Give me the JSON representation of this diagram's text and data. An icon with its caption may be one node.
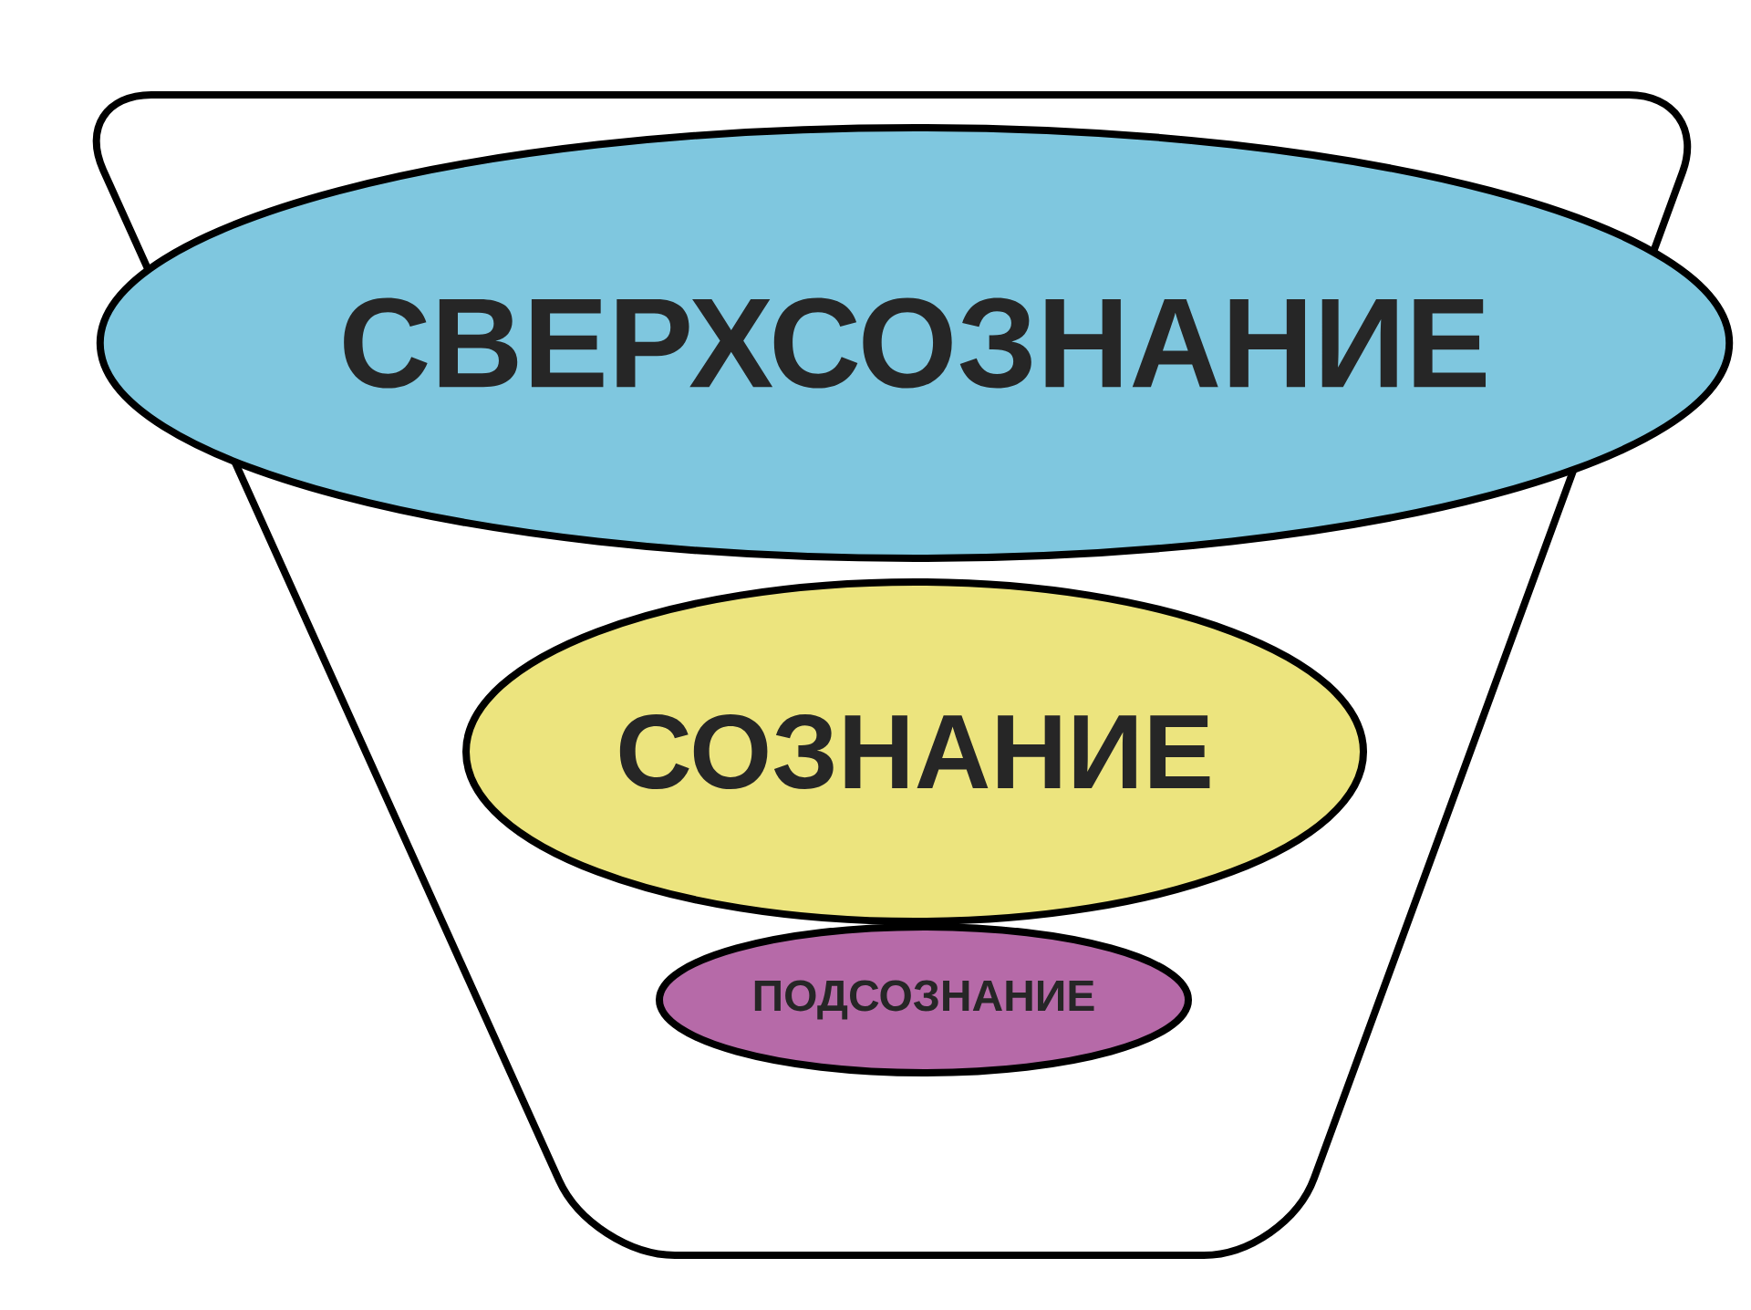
{
  "diagram": {
    "nodes": [
      {
        "text": [],
        "shape": "funnel"
      },
      {
        "text": [
          "СВЕРХСОЗНАНИЕ"
        ],
        "in": 0
      },
      {
        "text": [
          "СОЗНАНИЕ"
        ],
        "in": 0
      },
      {
        "text": [
          "ПОДСОЗНАНИЕ"
        ],
        "in": 0
      }
    ]
  }
}
